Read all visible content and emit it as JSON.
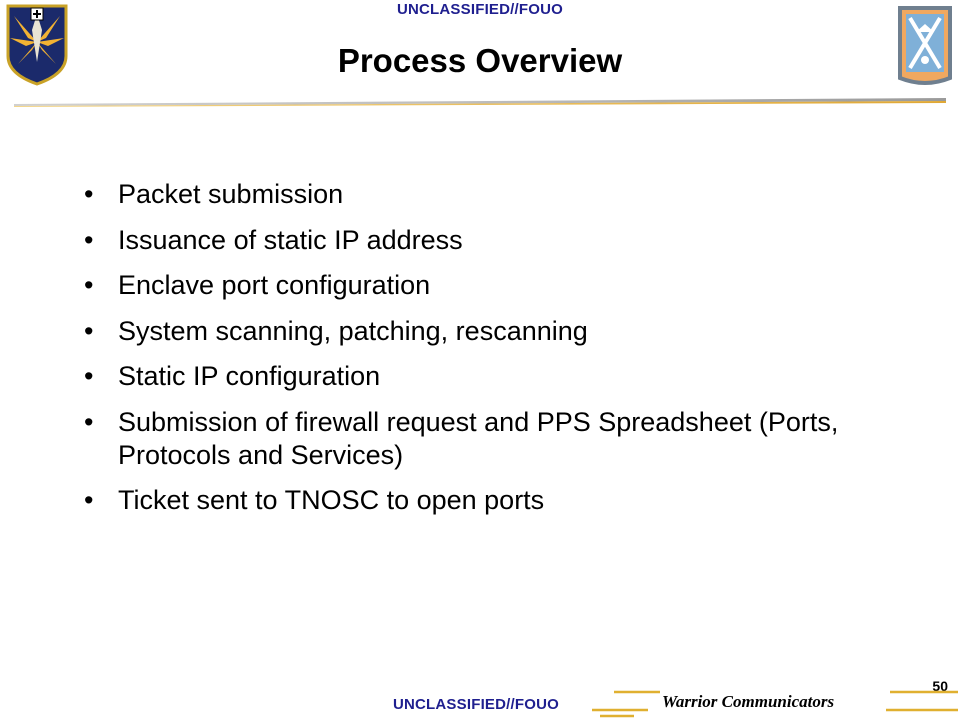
{
  "header": {
    "classification": "UNCLASSIFIED//FOUO",
    "title": "Process Overview"
  },
  "bullets": [
    "Packet submission",
    "Issuance of static IP address",
    "Enclave port configuration",
    "System scanning, patching, rescanning",
    "Static IP configuration",
    "Submission of firewall request and PPS Spreadsheet (Ports, Protocols and Services)",
    "Ticket sent to TNOSC to open ports"
  ],
  "bullet_symbol": "•",
  "footer": {
    "page_number": "50",
    "classification": "UNCLASSIFIED//FOUO",
    "motto": "Warrior Communicators"
  },
  "colors": {
    "classification": "#1f1f8f",
    "accent_gold": "#e0b030",
    "rule_gray": "#c9c9c9"
  }
}
